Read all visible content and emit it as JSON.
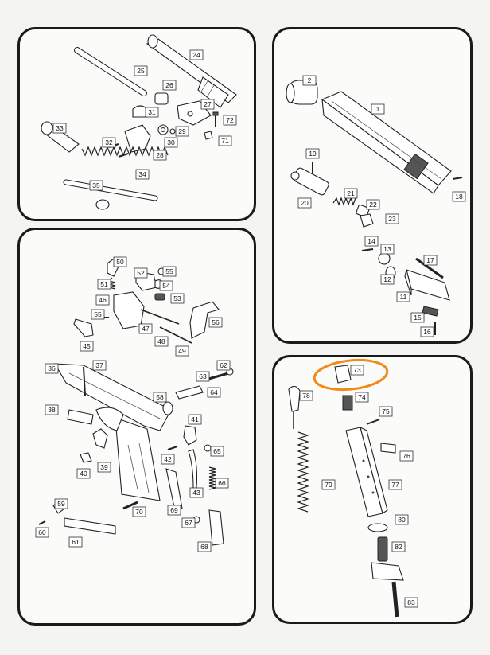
{
  "panels": {
    "barrel_group": {
      "labels": [
        "24",
        "25",
        "26",
        "27",
        "31",
        "72",
        "33",
        "32",
        "29",
        "30",
        "71",
        "28",
        "34",
        "35"
      ]
    },
    "slide_group": {
      "labels": [
        "2",
        "1",
        "19",
        "21",
        "20",
        "22",
        "23",
        "18",
        "14",
        "13",
        "17",
        "12",
        "11",
        "15",
        "16"
      ]
    },
    "frame_group": {
      "labels": [
        "50",
        "52",
        "55",
        "51",
        "54",
        "53",
        "46",
        "55",
        "47",
        "56",
        "45",
        "48",
        "49",
        "36",
        "37",
        "62",
        "63",
        "64",
        "58",
        "38",
        "41",
        "65",
        "42",
        "39",
        "40",
        "66",
        "43",
        "69",
        "70",
        "59",
        "67",
        "60",
        "61",
        "68"
      ]
    },
    "magazine_group": {
      "labels": [
        "73",
        "74",
        "78",
        "75",
        "76",
        "79",
        "77",
        "80",
        "82",
        "83"
      ],
      "highlighted": "73",
      "highlight_color": "#f28a1a"
    }
  }
}
